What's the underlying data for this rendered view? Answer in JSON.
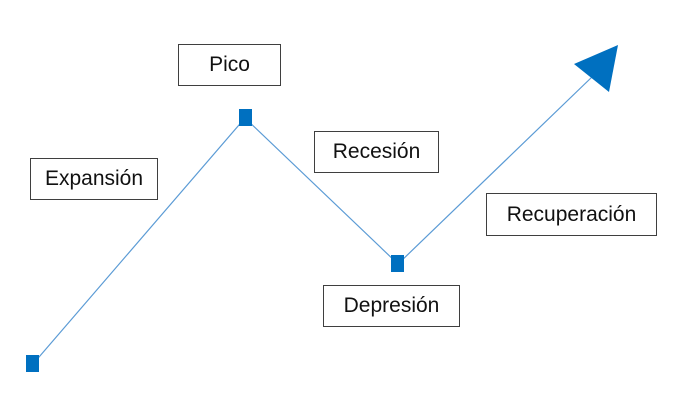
{
  "diagram": {
    "line_color": "#5b9bd5",
    "marker_color": "#0070c0",
    "arrow_color": "#0070c0",
    "labels": {
      "peak": "Pico",
      "expansion": "Expansión",
      "recession": "Recesión",
      "recovery": "Recuperación",
      "depression": "Depresión"
    }
  }
}
